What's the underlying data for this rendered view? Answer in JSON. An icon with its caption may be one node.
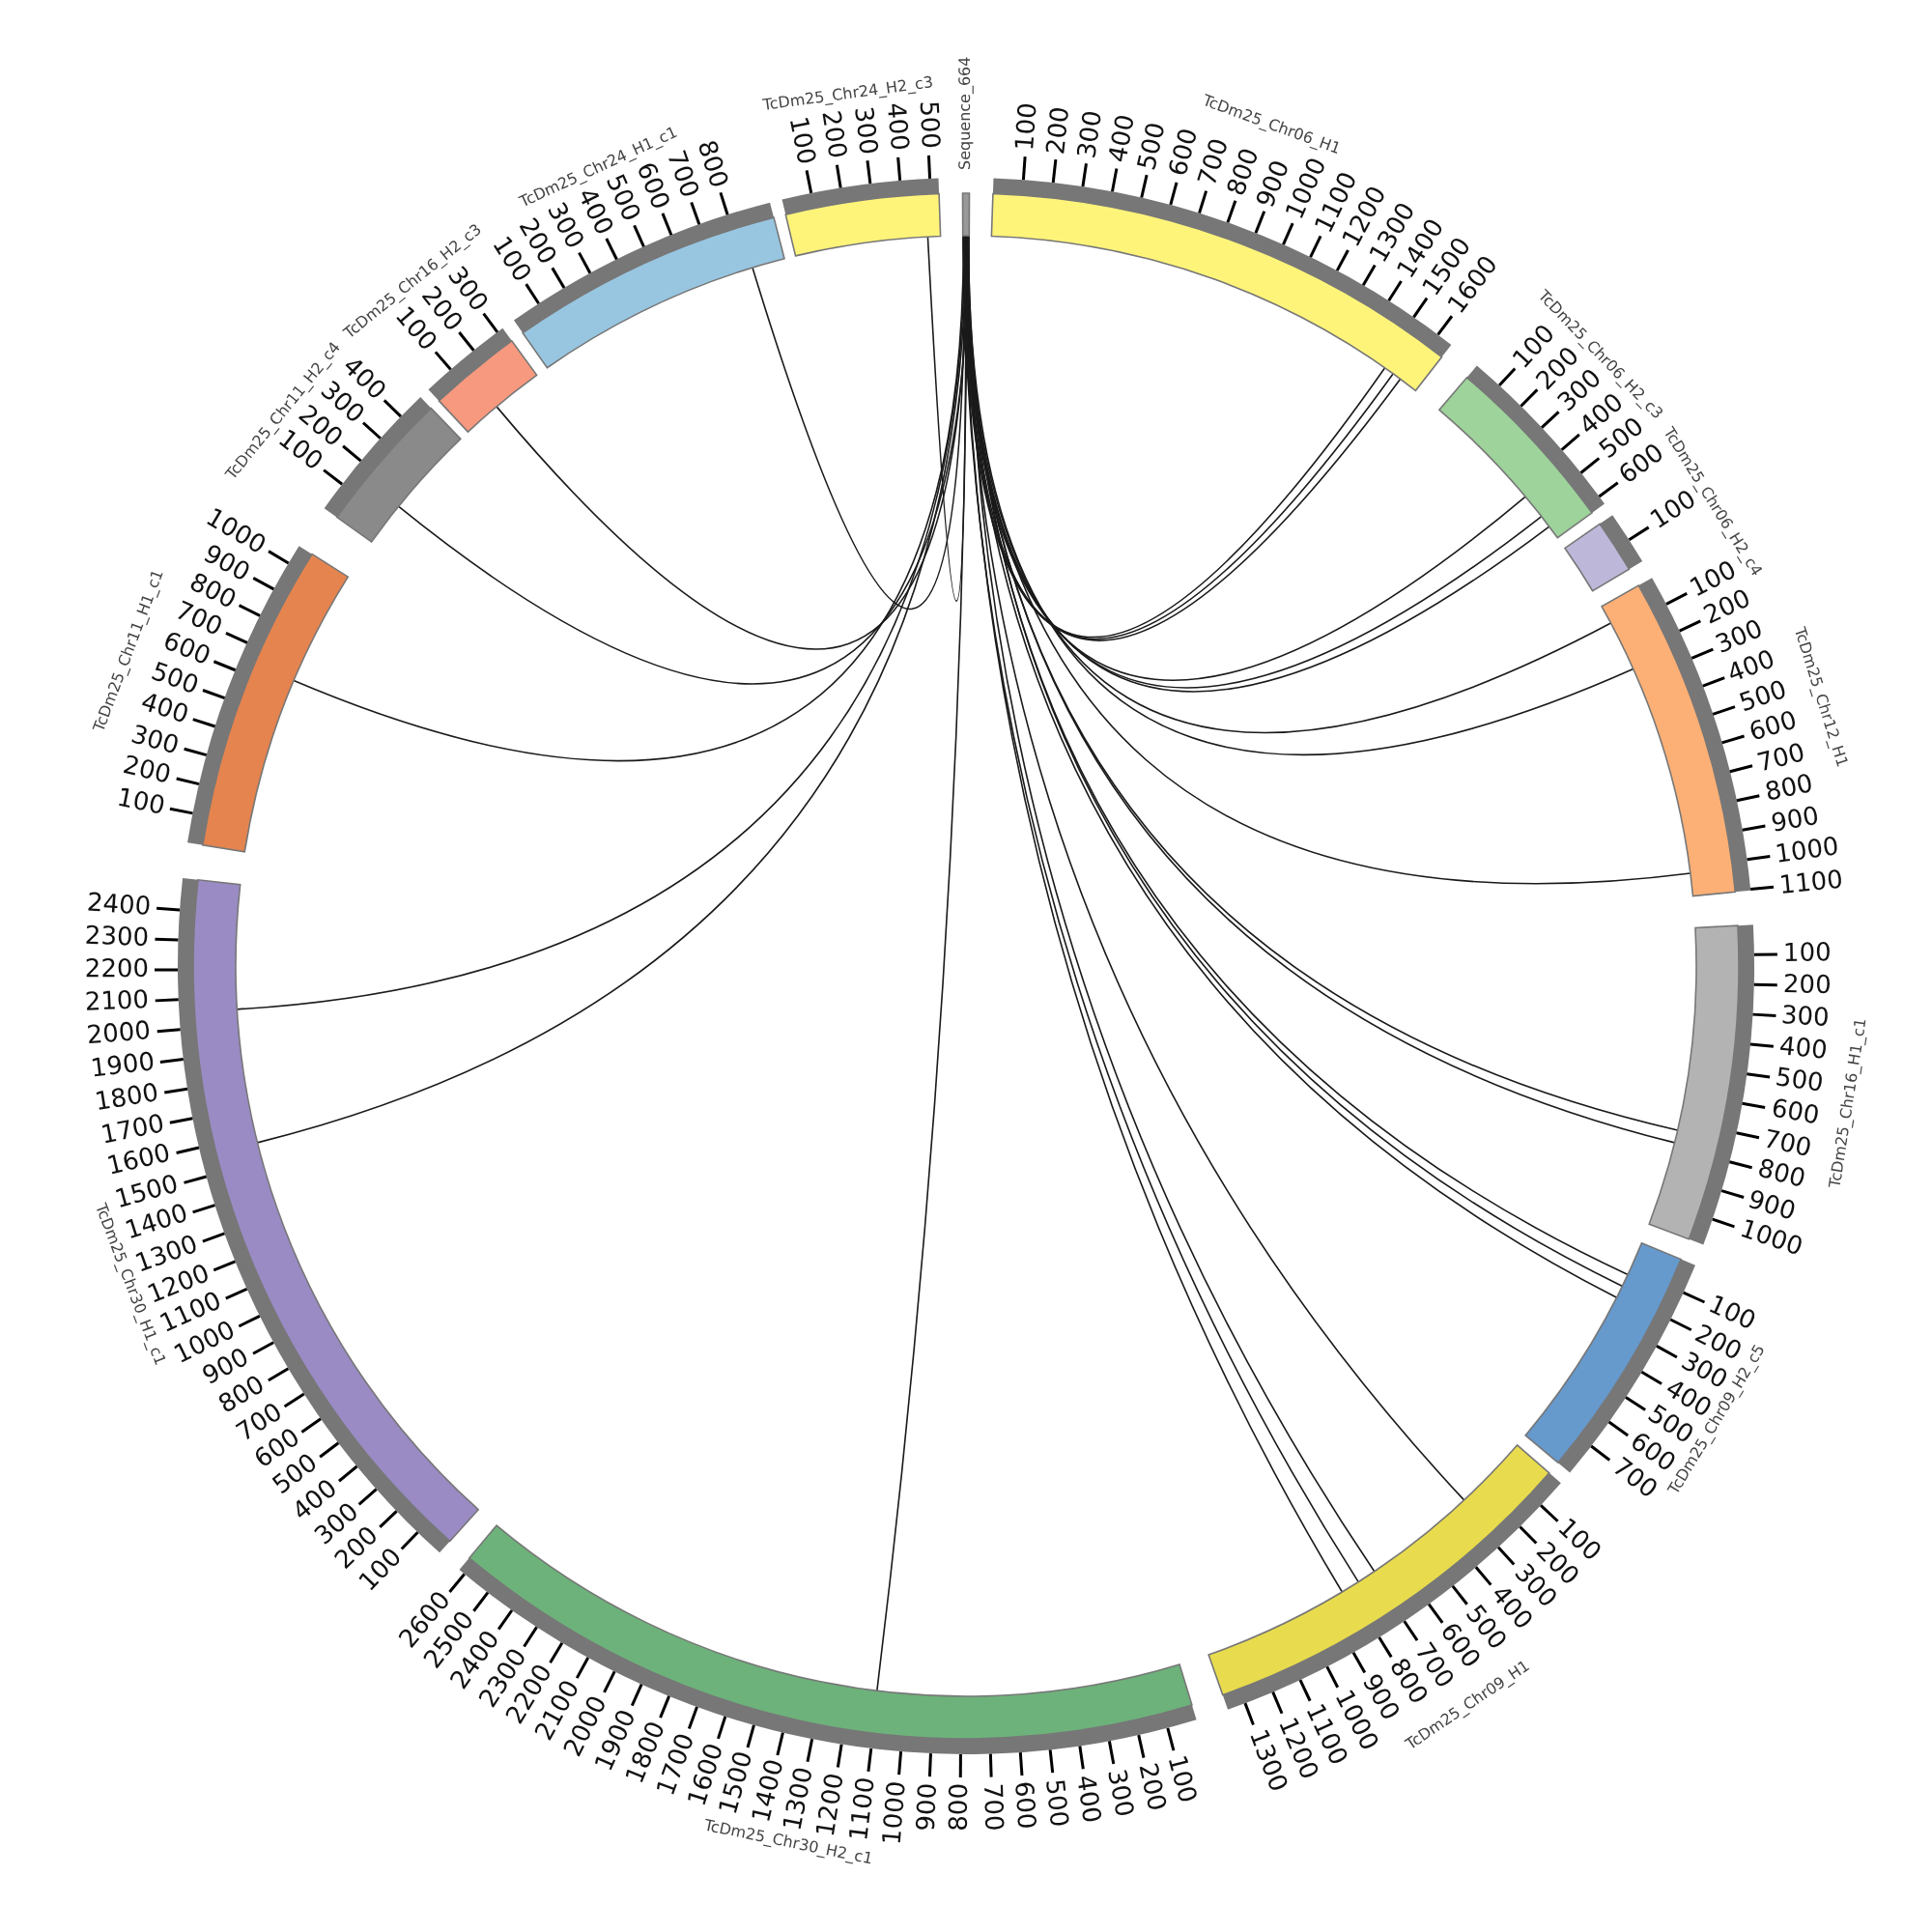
{
  "diagram": {
    "nodes": [
      {
        "text": [
          "TcDm25_Chr24_H2_c3"
        ],
        "beside": [
          "100",
          "200",
          "300",
          "400",
          "500"
        ]
      },
      {
        "text": [
          "Sequence_664"
        ]
      },
      {
        "text": [
          "TcDm25_Chr06_H1"
        ],
        "beside": [
          "100",
          "200",
          "300",
          "400",
          "500",
          "600",
          "700",
          "800",
          "900",
          "1000",
          "1100",
          "1200",
          "1300",
          "1400",
          "1500",
          "1600"
        ]
      },
      {
        "text": [
          "TcDm25_Chr06_H2_c3"
        ],
        "beside": [
          "100",
          "200",
          "300",
          "400",
          "500",
          "600"
        ]
      },
      {
        "text": [
          "TcDm25_Chr06_H2_c4"
        ],
        "beside": [
          "100"
        ]
      },
      {
        "text": [
          "TcDm25_Chr12_H1"
        ],
        "beside": [
          "100",
          "200",
          "300",
          "400",
          "500",
          "600",
          "700",
          "800",
          "900",
          "1000",
          "1100"
        ]
      },
      {
        "text": [
          "TcDm25_Chr16_H1_c1"
        ],
        "beside": [
          "100",
          "200",
          "300",
          "400",
          "500",
          "600",
          "700",
          "800",
          "900",
          "1000"
        ]
      },
      {
        "text": [
          "TcDm25_Chr09_H2_c5"
        ],
        "beside": [
          "100",
          "200",
          "300",
          "400",
          "500",
          "600",
          "700"
        ]
      },
      {
        "text": [
          "TcDm25_Chr09_H1"
        ],
        "beside": [
          "100",
          "200",
          "300",
          "400",
          "500",
          "600",
          "700",
          "800",
          "900",
          "1000",
          "1100",
          "1200",
          "1300"
        ]
      },
      {
        "text": [
          "TcDm25_Chr30_H2_c1"
        ],
        "beside": [
          "100",
          "200",
          "300",
          "400",
          "500",
          "600",
          "700",
          "800",
          "900",
          "1000",
          "1100",
          "1200",
          "1300",
          "1400",
          "1500",
          "1600",
          "1700",
          "1800",
          "1900",
          "2000",
          "2100",
          "2200",
          "2300",
          "2400",
          "2500",
          "2600"
        ]
      },
      {
        "text": [
          "TcDm25_Chr30_H1_c1"
        ],
        "beside": [
          "100",
          "200",
          "300",
          "400",
          "500",
          "600",
          "700",
          "800",
          "900",
          "1000",
          "1100",
          "1200",
          "1300",
          "1400",
          "1500",
          "1600",
          "1700",
          "1800",
          "1900",
          "2000",
          "2100",
          "2200",
          "2300",
          "2400"
        ]
      },
      {
        "text": [
          "TcDm25_Chr11_H1_c1"
        ],
        "beside": [
          "100",
          "200",
          "300",
          "400",
          "500",
          "600",
          "700",
          "800",
          "900",
          "1000"
        ]
      },
      {
        "text": [
          "TcDm25_Chr11_H2_c4"
        ],
        "beside": [
          "100",
          "200",
          "300",
          "400"
        ]
      },
      {
        "text": [
          "TcDm25_Chr16_H2_c3"
        ],
        "beside": [
          "100",
          "200",
          "300"
        ]
      },
      {
        "text": [
          "TcDm25_Chr24_H1_c1"
        ],
        "beside": [
          "100",
          "200",
          "300",
          "400",
          "500",
          "600",
          "700",
          "800"
        ]
      }
    ],
    "edges": [
      {
        "from": 1,
        "to": 14,
        "arrow": "none"
      },
      {
        "from": 1,
        "to": 0,
        "arrow": "none"
      },
      {
        "from": 1,
        "to": 13,
        "arrow": "none"
      },
      {
        "from": 1,
        "to": 12,
        "arrow": "none"
      },
      {
        "from": 1,
        "to": 11,
        "arrow": "none"
      },
      {
        "from": 1,
        "to": 10,
        "arrow": "none"
      },
      {
        "from": 1,
        "to": 10,
        "arrow": "none"
      },
      {
        "from": 1,
        "to": 9,
        "arrow": "none"
      },
      {
        "from": 1,
        "to": 8,
        "arrow": "none"
      },
      {
        "from": 1,
        "to": 8,
        "arrow": "none"
      },
      {
        "from": 1,
        "to": 8,
        "arrow": "none"
      },
      {
        "from": 1,
        "to": 8,
        "arrow": "none"
      },
      {
        "from": 1,
        "to": 7,
        "arrow": "none"
      },
      {
        "from": 1,
        "to": 7,
        "arrow": "none"
      },
      {
        "from": 1,
        "to": 7,
        "arrow": "none"
      },
      {
        "from": 1,
        "to": 6,
        "arrow": "none"
      },
      {
        "from": 1,
        "to": 6,
        "arrow": "none"
      },
      {
        "from": 1,
        "to": 5,
        "arrow": "none"
      },
      {
        "from": 1,
        "to": 5,
        "arrow": "none"
      },
      {
        "from": 1,
        "to": 5,
        "arrow": "none"
      },
      {
        "from": 1,
        "to": 3,
        "arrow": "none"
      },
      {
        "from": 1,
        "to": 3,
        "arrow": "none"
      },
      {
        "from": 1,
        "to": 3,
        "arrow": "none"
      },
      {
        "from": 1,
        "to": 2,
        "arrow": "none"
      },
      {
        "from": 1,
        "to": 2,
        "arrow": "none"
      },
      {
        "from": 1,
        "to": 2,
        "arrow": "none"
      }
    ]
  }
}
